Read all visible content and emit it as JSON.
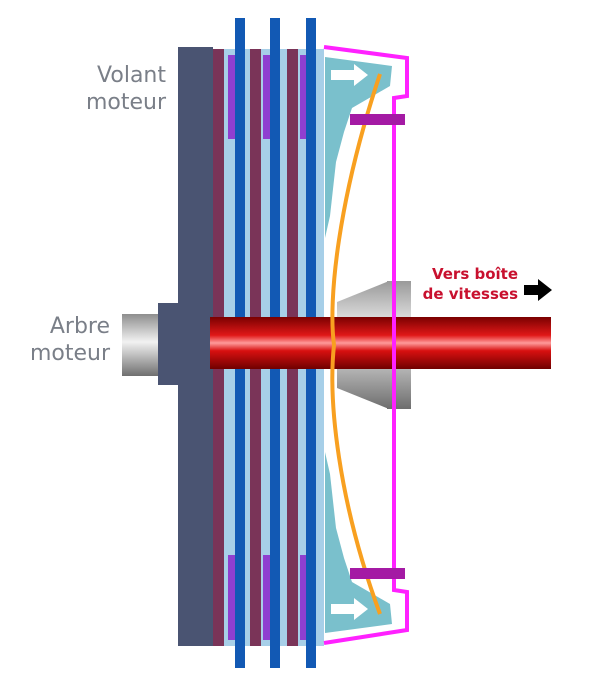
{
  "labels": {
    "flywheel_line1": "Volant",
    "flywheel_line2": "moteur",
    "shaft_line1": "Arbre",
    "shaft_line2": "moteur",
    "gearbox_line1": "Vers boîte",
    "gearbox_line2": "de vitesses"
  },
  "colors": {
    "flywheel": "#4a5472",
    "friction_disc": "#7a3458",
    "steel_plate": "#1259b4",
    "pad": "#8f3fd0",
    "clutch_cover": "#ff21ff",
    "diaphragm": "#f8a020",
    "pressure_plate": "#7ac0cc",
    "pack_background": "#a7cfe8",
    "output_shaft": "#cc0e0e",
    "direction_arrow": "#000000",
    "label_text": "#7a7f88",
    "label_red": "#c8102e"
  },
  "icons": {
    "output_direction": "arrow-right-icon",
    "pressure_force": "white-arrow-right-icon"
  }
}
